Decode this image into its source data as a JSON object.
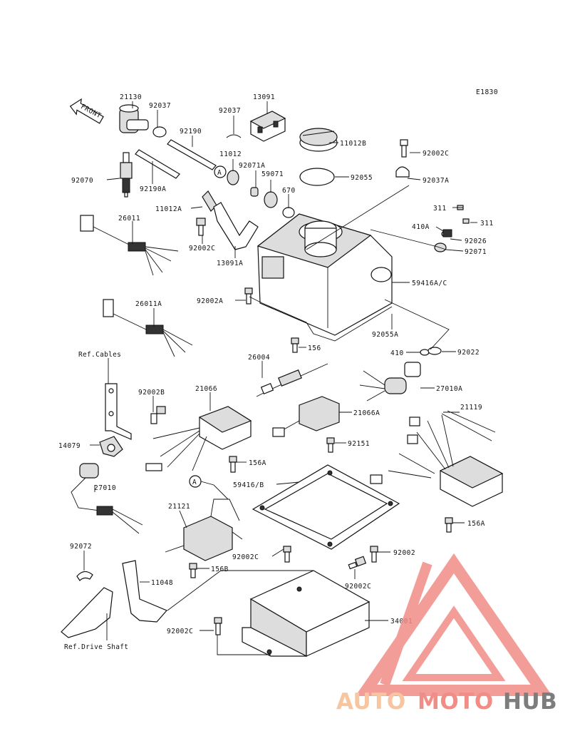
{
  "diagram_code": "E1830",
  "front_label": "FRONT",
  "labels": {
    "p21130": "21130",
    "p92037_a": "92037",
    "p92190": "92190",
    "p92037_b": "92037",
    "p13091": "13091",
    "p11012B": "11012B",
    "p92002C_a": "92002C",
    "p92037A": "92037A",
    "p11012": "11012",
    "p92071A": "92071A",
    "p59071": "59071",
    "p670": "670",
    "p92055": "92055",
    "p92070": "92070",
    "p92190A": "92190A",
    "p11012A": "11012A",
    "p311_a": "311",
    "p311_b": "311",
    "p410A": "410A",
    "p92026": "92026",
    "p92071": "92071",
    "p26011": "26011",
    "p92002C_b": "92002C",
    "p13091A": "13091A",
    "p59416AC": "59416A/C",
    "p92002A": "92002A",
    "p92055A": "92055A",
    "p156": "156",
    "p26011A": "26011A",
    "p410": "410",
    "p92022": "92022",
    "p26004": "26004",
    "p27010A": "27010A",
    "p92002B": "92002B",
    "p21066": "21066",
    "p21066A": "21066A",
    "p21119": "21119",
    "p14079": "14079",
    "p156A_a": "156A",
    "p92151": "92151",
    "p59416B": "59416/B",
    "p27010": "27010",
    "p21121": "21121",
    "p156A_b": "156A",
    "p92002C_c": "92002C",
    "p92002": "92002",
    "p92072": "92072",
    "p11048": "11048",
    "p156B": "156B",
    "p92002C_d": "92002C",
    "p34001": "34001",
    "p92002C_e": "92002C"
  },
  "callout_A": "A",
  "refs": {
    "cables": "Ref.Cables",
    "drive_shaft": "Ref.Drive Shaft"
  },
  "watermark": {
    "part1": "AUTO",
    "part2": "MOTO",
    "part3": "HUB",
    "color_auto": "#f7c59f",
    "color_moto": "#f08d86",
    "color_hub": "#7d7d7d",
    "triangle_color": "#f08d86"
  }
}
